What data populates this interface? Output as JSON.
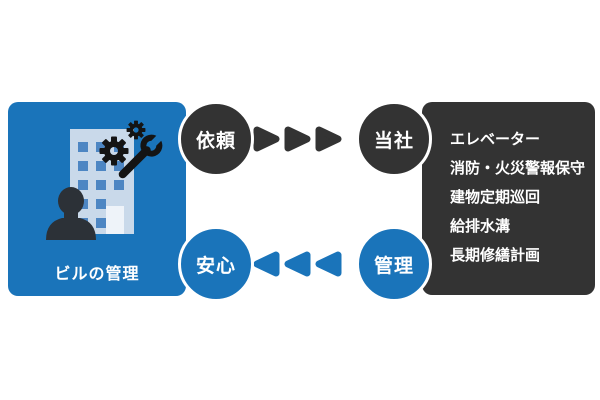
{
  "diagram": {
    "card": {
      "label": "ビルの管理"
    },
    "flow_top": {
      "start": "依頼",
      "end": "当社"
    },
    "flow_bottom": {
      "end": "安心",
      "start": "管理"
    },
    "services": [
      "エレベーター",
      "消防・火災警報保守",
      "建物定期巡回",
      "給排水溝",
      "長期修繕計画"
    ],
    "colors": {
      "blue": "#1a74ba",
      "dark": "#333333",
      "building": "#c9d9ea",
      "window": "#4d86c3",
      "text": "#ffffff"
    }
  }
}
